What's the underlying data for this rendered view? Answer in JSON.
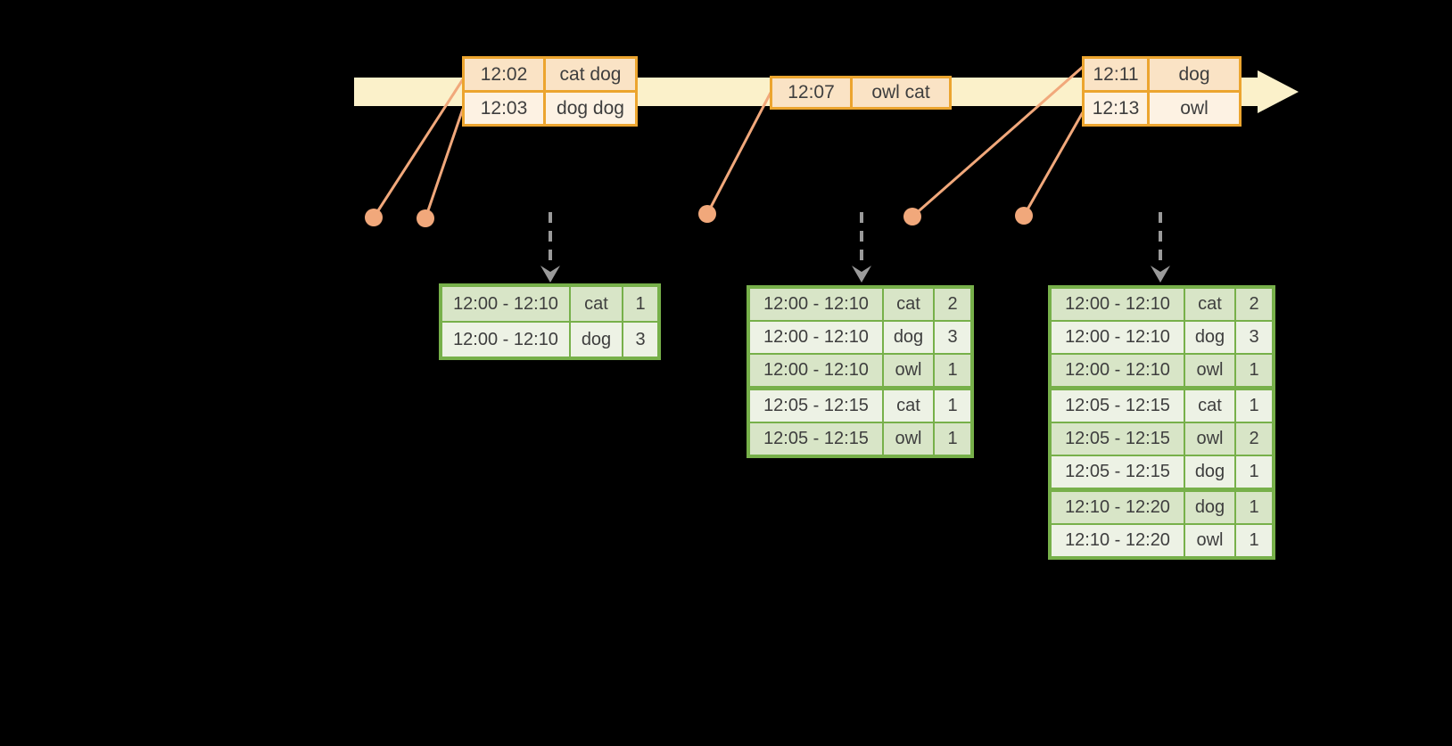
{
  "colors": {
    "background": "#000000",
    "timeline_band": "#FBF1CA",
    "event_border": "#ECA52F",
    "event_row_dark": "#FAE3C5",
    "event_row_light": "#FDF2E3",
    "connector": "#F1A87B",
    "result_border": "#77B04A",
    "result_row_dark": "#D8E5C7",
    "result_row_light": "#EDF2E5",
    "trigger_arrow": "#9A9A9A",
    "text": "#3E3E3E"
  },
  "timeline": {
    "event_tables": [
      {
        "rows": [
          {
            "time": "12:02",
            "words": "cat dog"
          },
          {
            "time": "12:03",
            "words": "dog dog"
          }
        ]
      },
      {
        "rows": [
          {
            "time": "12:07",
            "words": "owl cat"
          }
        ]
      },
      {
        "rows": [
          {
            "time": "12:11",
            "words": "dog"
          },
          {
            "time": "12:13",
            "words": "owl"
          }
        ]
      }
    ]
  },
  "result_tables": [
    {
      "rows": [
        {
          "window": "12:00 - 12:10",
          "word": "cat",
          "count": "1"
        },
        {
          "window": "12:00 - 12:10",
          "word": "dog",
          "count": "3"
        }
      ]
    },
    {
      "rows": [
        {
          "window": "12:00 - 12:10",
          "word": "cat",
          "count": "2"
        },
        {
          "window": "12:00 - 12:10",
          "word": "dog",
          "count": "3"
        },
        {
          "window": "12:00 - 12:10",
          "word": "owl",
          "count": "1"
        },
        {
          "window": "12:05 - 12:15",
          "word": "cat",
          "count": "1",
          "new_group": true
        },
        {
          "window": "12:05 - 12:15",
          "word": "owl",
          "count": "1"
        }
      ]
    },
    {
      "rows": [
        {
          "window": "12:00 - 12:10",
          "word": "cat",
          "count": "2"
        },
        {
          "window": "12:00 - 12:10",
          "word": "dog",
          "count": "3"
        },
        {
          "window": "12:00 - 12:10",
          "word": "owl",
          "count": "1"
        },
        {
          "window": "12:05 - 12:15",
          "word": "cat",
          "count": "1",
          "new_group": true
        },
        {
          "window": "12:05 - 12:15",
          "word": "owl",
          "count": "2"
        },
        {
          "window": "12:05 - 12:15",
          "word": "dog",
          "count": "1"
        },
        {
          "window": "12:10 - 12:20",
          "word": "dog",
          "count": "1",
          "new_group": true
        },
        {
          "window": "12:10 - 12:20",
          "word": "owl",
          "count": "1"
        }
      ]
    }
  ]
}
